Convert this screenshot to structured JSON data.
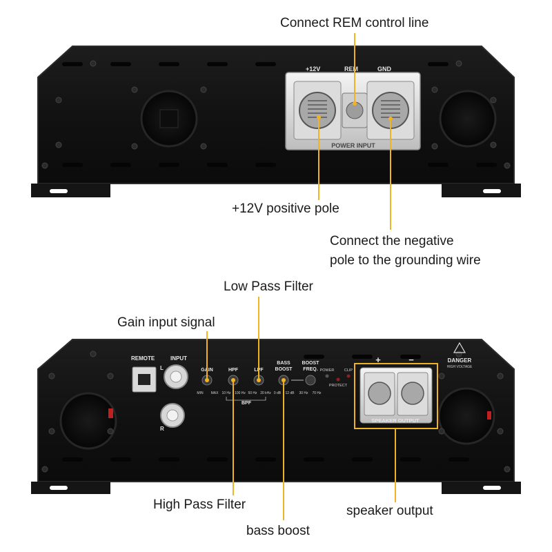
{
  "top_panel": {
    "terminal_labels": {
      "plus12v": "+12V",
      "rem": "REM",
      "gnd": "GND",
      "power_input": "POWER INPUT"
    }
  },
  "bottom_panel": {
    "remote": "REMOTE",
    "input": "INPUT",
    "input_l": "L",
    "input_r": "R",
    "gain": "GAIN",
    "hpf": "HPF",
    "lpf": "LPF",
    "bass_boost_1": "BASS",
    "bass_boost_2": "BOOST",
    "boost_freq_1": "BOOST",
    "boost_freq_2": "FREQ.",
    "power": "POWER",
    "clip": "CLIP",
    "protect": "PROTECT",
    "gain_min": "MIN",
    "gain_max": "MAX",
    "hpf_lo": "10 Hz",
    "hpf_hi": "100 Hz",
    "lpf_lo": "50 Hz",
    "lpf_hi": "20 kHz",
    "bass_lo": "0 dB",
    "bass_hi": "12 dB",
    "freq_lo": "30 Hz",
    "freq_hi": "70 Hz",
    "bpf": "BPF",
    "danger": "DANGER",
    "high_voltage": "HIGH VOLTAGE",
    "plus": "+",
    "minus": "−",
    "speaker_output": "SPEAKER OUTPUT"
  },
  "callouts": {
    "rem": "Connect REM control line",
    "plus12v": "+12V positive pole",
    "gnd_line1": "Connect the negative",
    "gnd_line2": "pole to the grounding wire",
    "lpf": "Low Pass Filter",
    "gain": "Gain input signal",
    "hpf": "High Pass Filter",
    "bass": "bass boost",
    "speaker": "speaker output"
  },
  "colors": {
    "accent": "#f0b323",
    "chassis": "#121212",
    "chassis_edge": "#2a2a2a"
  }
}
